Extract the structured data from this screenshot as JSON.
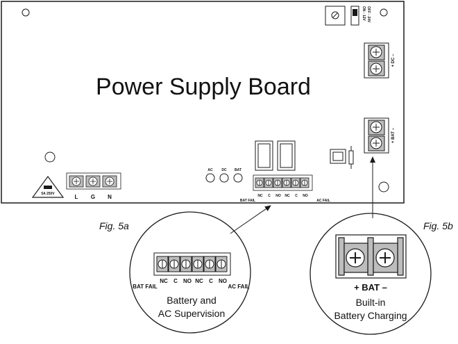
{
  "board": {
    "title": "Power Supply Board",
    "switch_labels": [
      "OFF - 24V",
      "ON - 12V"
    ],
    "dc_terminal_label": "+ DC –",
    "bat_terminal_label": "+ BAT –",
    "fuse_label": "5A 250V",
    "power_terminal_labels": [
      "L",
      "G",
      "N"
    ],
    "leds": [
      "AC",
      "DC",
      "BAT"
    ],
    "relay_labels": {
      "left": "BAT FAIL",
      "right": "AC FAIL",
      "contacts": [
        "NC",
        "C",
        "NO",
        "NC",
        "C",
        "NO"
      ]
    }
  },
  "fig5a": {
    "label": "Fig. 5a",
    "left_label": "BAT FAIL",
    "right_label": "AC FAIL",
    "contacts": [
      "NC",
      "C",
      "NO",
      "NC",
      "C",
      "NO"
    ],
    "caption_line1": "Battery and",
    "caption_line2": "AC Supervision"
  },
  "fig5b": {
    "label": "Fig. 5b",
    "terminal_label": "+ BAT –",
    "caption_line1": "Built-in",
    "caption_line2": "Battery Charging"
  },
  "colors": {
    "line": "#1a1a1a",
    "fill_gray": "#bdbdbd",
    "background": "#ffffff"
  }
}
